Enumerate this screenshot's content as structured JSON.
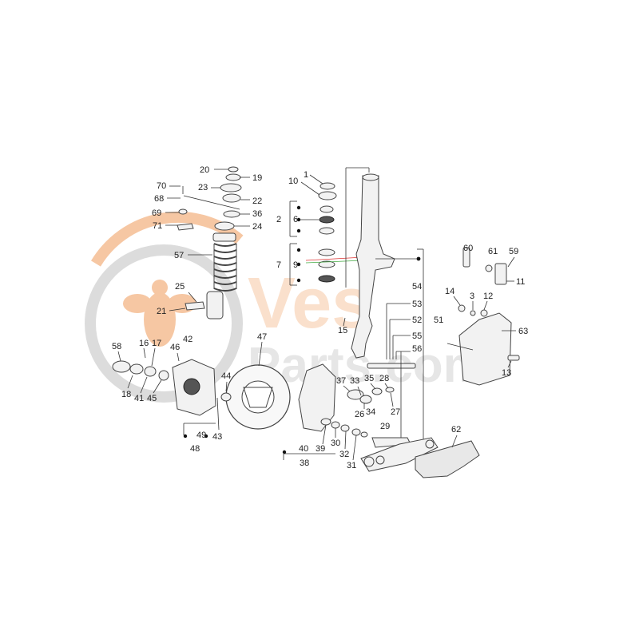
{
  "watermark": {
    "brand_top": "Ves",
    "brand_bottom": "Parts.com",
    "colors": {
      "orange": "#f6c7a3",
      "grey": "#d6d6d6",
      "ring": "#cfcfcf"
    }
  },
  "callouts": {
    "1": "1",
    "2": "2",
    "3": "3",
    "6": "6",
    "7": "7",
    "9": "9",
    "10": "10",
    "11": "11",
    "12": "12",
    "13": "13",
    "14": "14",
    "15": "15",
    "16": "16",
    "17": "17",
    "18": "18",
    "19": "19",
    "20": "20",
    "21": "21",
    "22": "22",
    "23": "23",
    "24": "24",
    "25": "25",
    "26": "26",
    "27": "27",
    "28": "28",
    "29": "29",
    "30": "30",
    "31": "31",
    "32": "32",
    "33": "33",
    "34": "34",
    "35": "35",
    "36": "36",
    "37": "37",
    "38": "38",
    "39": "39",
    "40": "40",
    "41": "41",
    "42": "42",
    "43": "43",
    "44": "44",
    "45": "45",
    "46": "46",
    "47": "47",
    "48": "48",
    "49": "49",
    "51": "51",
    "52": "52",
    "53": "53",
    "54": "54",
    "55": "55",
    "56": "56",
    "57": "57",
    "58": "58",
    "59": "59",
    "60": "60",
    "61": "61",
    "62": "62",
    "63": "63",
    "68": "68",
    "69": "69",
    "70": "70",
    "71": "71"
  }
}
